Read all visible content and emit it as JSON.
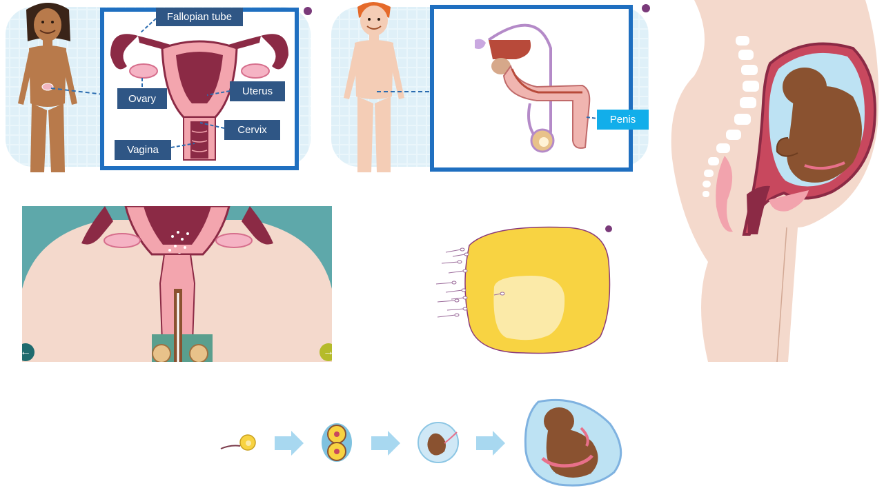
{
  "female_panel": {
    "labels": {
      "fallopian_tube": "Fallopian tube",
      "ovary": "Ovary",
      "uterus": "Uterus",
      "cervix": "Cervix",
      "vagina": "Vagina"
    }
  },
  "male_panel": {
    "labels": {
      "penis": "Penis"
    }
  },
  "colors": {
    "label_navy": "#2f5685",
    "label_cyan": "#12aeea",
    "frame_blue": "#1f6fc0",
    "tissue_pink": "#f3a5ae",
    "tissue_dark": "#8b2a45",
    "skin_light": "#f4d9cc",
    "teal_background": "#5ea8aa",
    "egg_yellow": "#f8d342",
    "fetus_brown": "#8a5230",
    "amniotic_blue": "#bde2f3",
    "arrow_blue": "#a8d8f0"
  },
  "icons": [
    "sperm-icon",
    "egg-icon",
    "two-cell-embryo-icon",
    "embryo-icon",
    "fetus-icon",
    "arrow-right-icon",
    "nav-left-icon",
    "nav-right-icon"
  ]
}
